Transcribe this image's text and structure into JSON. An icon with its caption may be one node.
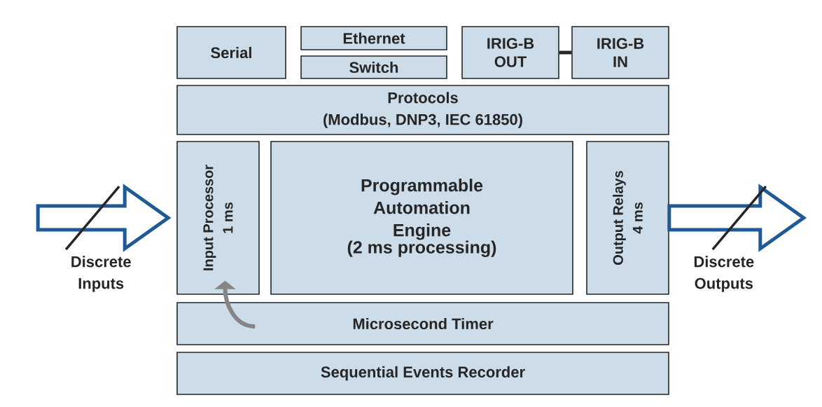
{
  "diagram": {
    "nodes": [
      {
        "text": [
          "Serial"
        ]
      },
      {
        "text": [
          "Ethernet"
        ]
      },
      {
        "text": [
          "Switch"
        ]
      },
      {
        "text": [
          "IRIG-B OUT"
        ]
      },
      {
        "text": [
          "IRIG-B IN"
        ]
      },
      {
        "text": [
          "Protocols",
          "(Modbus, DNP3, IEC 61850)"
        ]
      },
      {
        "text": [
          "Input Processor 1 ms"
        ]
      },
      {
        "text": [
          "Programmable Automation Engine",
          "(2 ms processing)"
        ]
      },
      {
        "text": [
          "Output Relays 4 ms"
        ]
      },
      {
        "text": [
          "Microsecond Timer"
        ]
      },
      {
        "text": [
          "Sequential Events Recorder"
        ]
      }
    ],
    "edges": [
      {
        "from": 3,
        "to": 4,
        "arrow": "none"
      },
      {
        "from": null,
        "to": 6,
        "arrow": "to",
        "label": "Discrete Inputs",
        "color": "#1f5a96"
      },
      {
        "from": 8,
        "to": null,
        "arrow": "to",
        "label": "Discrete Outputs",
        "color": "#1f5a96"
      },
      {
        "from": 9,
        "to": 6,
        "arrow": "to",
        "color": "#858585"
      }
    ]
  }
}
